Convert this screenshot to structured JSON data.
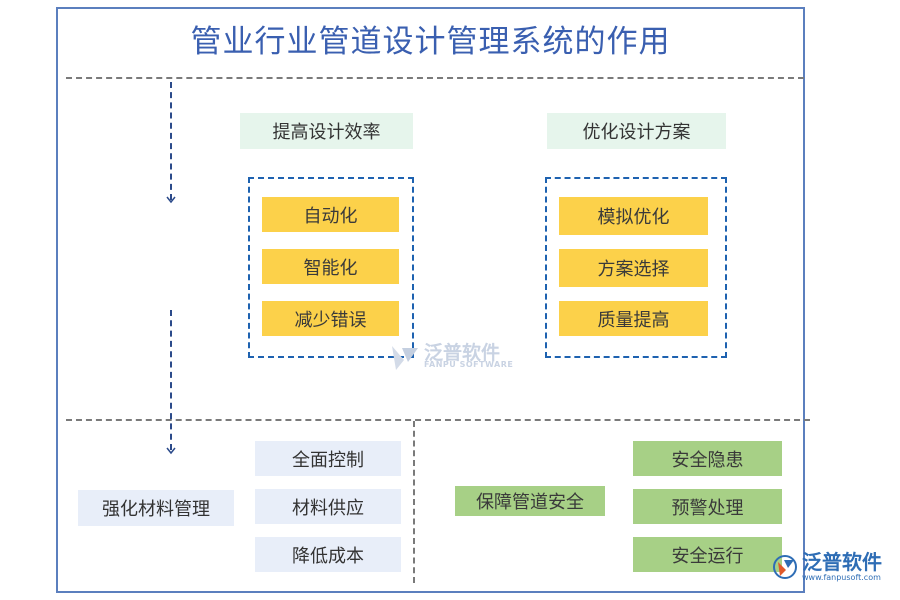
{
  "title": "管业行业管道设计管理系统的作用",
  "top_left": {
    "header": "提高设计效率",
    "items": [
      "自动化",
      "智能化",
      "减少错误"
    ]
  },
  "top_right": {
    "header": "优化设计方案",
    "items": [
      "模拟优化",
      "方案选择",
      "质量提高"
    ]
  },
  "bottom_left": {
    "header": "强化材料管理",
    "items": [
      "全面控制",
      "材料供应",
      "降低成本"
    ]
  },
  "bottom_right": {
    "header": "保障管道安全",
    "items": [
      "安全隐患",
      "预警处理",
      "安全运行"
    ]
  },
  "watermark": {
    "brand": "泛普软件",
    "sub": "FANPU SOFTWARE"
  },
  "logo": {
    "brand": "泛普软件",
    "url": "www.fanpusoft.com"
  },
  "colors": {
    "frame": "#5b7fbe",
    "title": "#3a5fb0",
    "yellow": "#fcd14a",
    "green": "#a7d086",
    "light_green": "#e6f5ec",
    "light_blue": "#e8eef9",
    "group_border": "#1e62b0"
  }
}
